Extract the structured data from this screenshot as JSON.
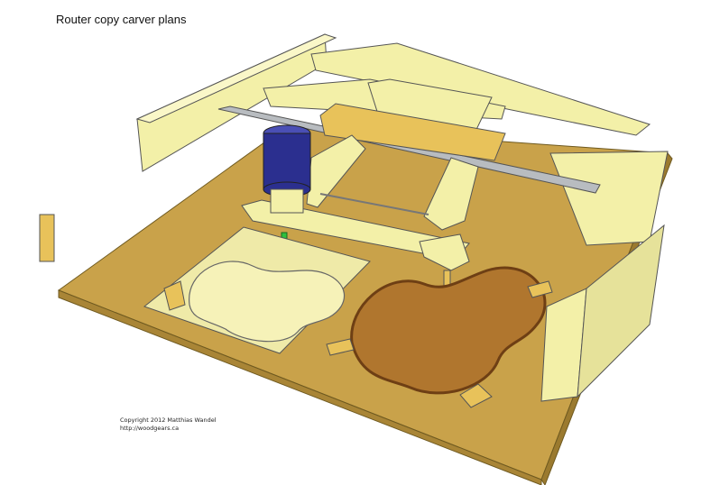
{
  "title": "Router copy carver plans",
  "credits": {
    "copyright": "Copyright 2012 Matthias Wandel",
    "url": "http://woodgears.ca"
  },
  "colors": {
    "base_board": "#c9a24a",
    "base_edge": "#a98536",
    "frame_wood": "#f3f0a8",
    "frame_shadow": "#d8d490",
    "carriage_wood": "#e8c25a",
    "router_motor": "#2b2f8f",
    "rod_metal": "#b8bcc0",
    "violin_top": "#b0762e",
    "violin_edge": "#6e3f14",
    "pattern_board": "#efeaa8",
    "bit_green": "#2fbf3f"
  },
  "icons": {
    "router": "router-motor-icon",
    "violin": "violin-carving-icon"
  }
}
